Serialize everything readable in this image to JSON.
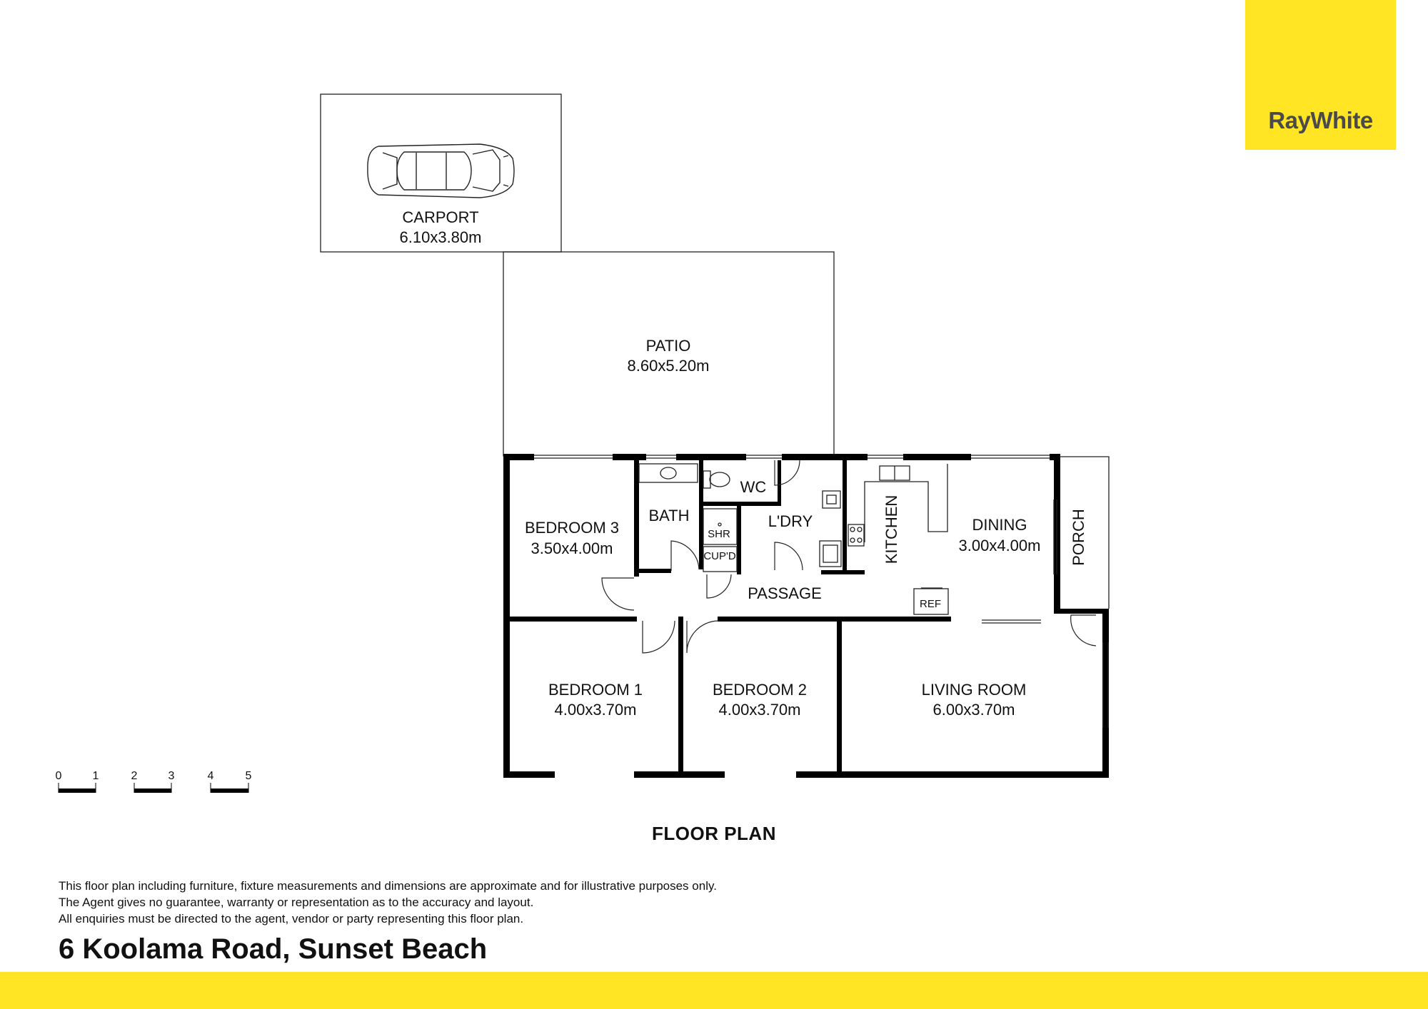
{
  "brand": {
    "logo_text": "RayWhite",
    "accent_color": "#FFE523",
    "logo_text_color": "#4a4a4a"
  },
  "rooms": {
    "carport": {
      "name": "CARPORT",
      "size": "6.10x3.80m"
    },
    "patio": {
      "name": "PATIO",
      "size": "8.60x5.20m"
    },
    "bedroom3": {
      "name": "BEDROOM 3",
      "size": "3.50x4.00m"
    },
    "bath": {
      "name": "BATH"
    },
    "wc": {
      "name": "WC"
    },
    "shr": {
      "name": "SHR"
    },
    "cupd": {
      "name": "CUP'D"
    },
    "laundry": {
      "name": "L'DRY"
    },
    "kitchen": {
      "name": "KITCHEN"
    },
    "dining": {
      "name": "DINING",
      "size": "3.00x4.00m"
    },
    "porch": {
      "name": "PORCH"
    },
    "passage": {
      "name": "PASSAGE"
    },
    "ref": {
      "name": "REF"
    },
    "bedroom1": {
      "name": "BEDROOM 1",
      "size": "4.00x3.70m"
    },
    "bedroom2": {
      "name": "BEDROOM 2",
      "size": "4.00x3.70m"
    },
    "living": {
      "name": "LIVING ROOM",
      "size": "6.00x3.70m"
    }
  },
  "scale_bar": {
    "ticks": [
      "0",
      "1",
      "2",
      "3",
      "4",
      "5"
    ]
  },
  "plan_title": "FLOOR PLAN",
  "disclaimer": [
    "This floor plan including furniture, fixture measurements and dimensions are approximate and for illustrative purposes only.",
    "The Agent gives no guarantee, warranty or representation as to the accuracy and layout.",
    "All enquiries must be directed to the agent, vendor or party representing this floor plan."
  ],
  "address": "6 Koolama Road, Sunset Beach"
}
